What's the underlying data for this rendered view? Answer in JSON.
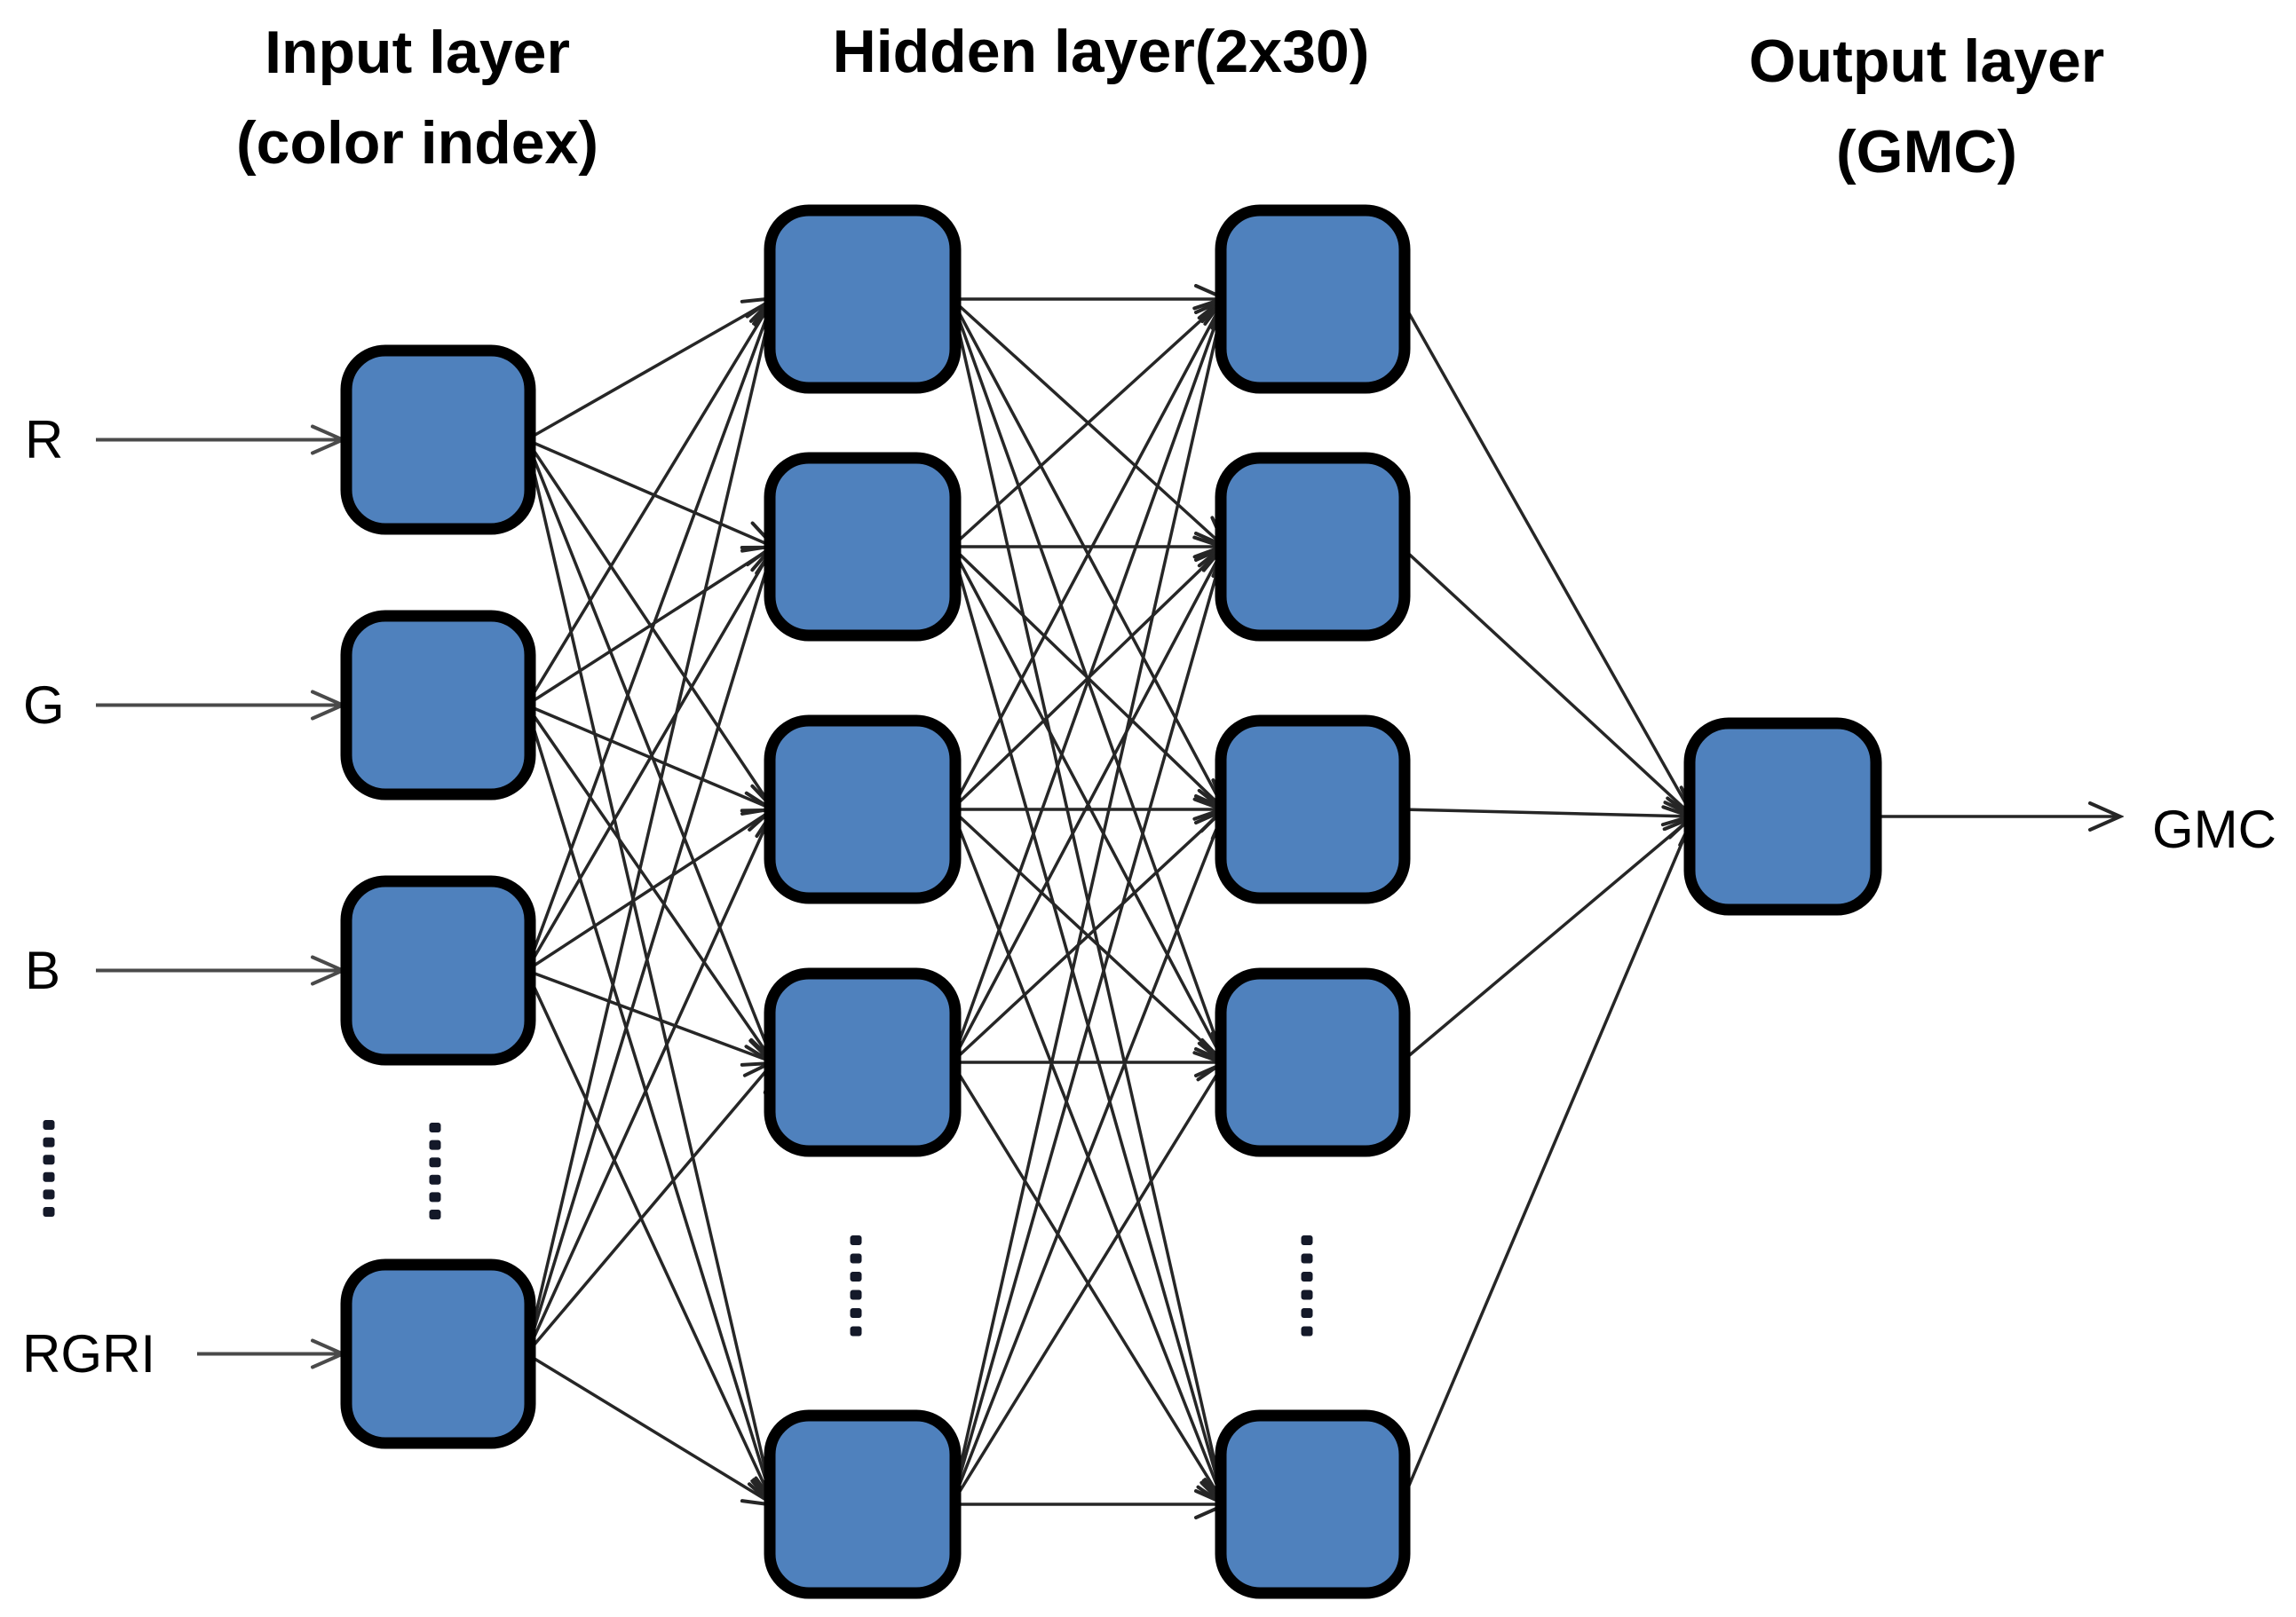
{
  "figure": {
    "type": "feedforward-neural-network-diagram",
    "colors": {
      "background": "#ffffff",
      "node_fill": "#4f81bd",
      "node_border": "#000000",
      "edge": "#262626",
      "label_arrow": "#4a4a4a",
      "ellipsis_dot": "#141929"
    },
    "layers": {
      "input": {
        "title_line1": "Input layer",
        "title_line2": "(color index)",
        "labels": [
          "R",
          "G",
          "B",
          "RGRI"
        ],
        "visible_nodes": 4,
        "ellipsis_between": "B and RGRI"
      },
      "hidden": {
        "title": "Hidden layer(2x30)",
        "columns": 2,
        "visible_nodes_per_column": 5,
        "ellipsis_between": "4th and 5th node"
      },
      "output": {
        "title_line1": "Output layer",
        "title_line2": "(GMC)",
        "label": "GMC",
        "visible_nodes": 1
      }
    }
  }
}
